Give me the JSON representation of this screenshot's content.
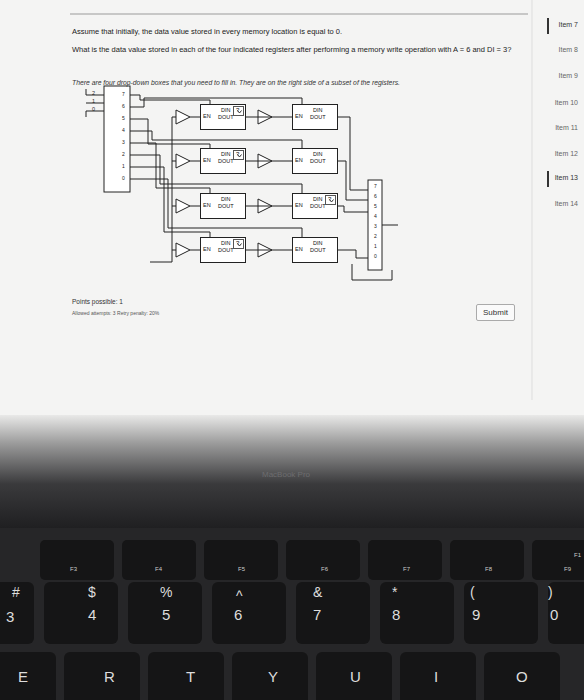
{
  "diagram": {
    "nodes": [
      {
        "text": [
          "EN",
          "DIN",
          "DOUT"
        ]
      },
      {
        "text": [
          "EN",
          "DIN",
          "DOUT"
        ]
      },
      {
        "text": [
          "EN",
          "DIN",
          "DOUT"
        ]
      },
      {
        "text": [
          "EN",
          "DIN",
          "DOUT"
        ]
      },
      {
        "text": [
          "EN",
          "DIN",
          "DOUT"
        ]
      },
      {
        "text": [
          "EN",
          "DIN",
          "DOUT"
        ]
      },
      {
        "text": [
          "EN",
          "DIN",
          "DOUT"
        ]
      },
      {
        "text": [
          "EN",
          "DIN",
          "DOUT"
        ]
      },
      {
        "text": [
          "?"
        ],
        "in": 0
      },
      {
        "text": [
          "?"
        ],
        "in": 2
      },
      {
        "text": [
          "?"
        ],
        "in": 5
      },
      {
        "text": [
          "?"
        ],
        "in": 6
      },
      {
        "text": [
          "Submit"
        ]
      },
      {
        "text": [
          "Item 7"
        ]
      },
      {
        "text": [
          "Item 8"
        ]
      },
      {
        "text": [
          "Item 9"
        ]
      },
      {
        "text": [
          "Item 10"
        ]
      },
      {
        "text": [
          "Item 11"
        ]
      },
      {
        "text": [
          "Item 12"
        ]
      },
      {
        "text": [
          "Item 13"
        ]
      },
      {
        "text": [
          "Item 14"
        ]
      }
    ],
    "edges": [
      {
        "from": 0,
        "to": 1,
        "arrow": "none"
      },
      {
        "from": 2,
        "to": 3,
        "arrow": "none"
      },
      {
        "from": 4,
        "to": 5,
        "arrow": "none"
      },
      {
        "from": 6,
        "to": 7,
        "arrow": "none"
      }
    ],
    "labels": [
      "Assume that initially, the data value stored in every memory location is equal to 0.",
      "What is the data value stored in each of the four indicated registers after performing a memory write operation with A = 6 and DI = 3?",
      "There are four drop-down boxes that you need to fill in. They are on the right side of a subset of the registers.",
      "2",
      "1",
      "0",
      "7",
      "6",
      "5",
      "4",
      "3",
      "2",
      "1",
      "0",
      "7",
      "6",
      "5",
      "4",
      "3",
      "2",
      "1",
      "0",
      "Points possible: 1",
      "Allowed attempts: 3   Retry penalty: 20%",
      "MacBook Pro",
      "F3",
      "F4",
      "F5",
      "F6",
      "F7",
      "F8",
      "F9",
      "F1",
      "#",
      "3",
      "$",
      "4",
      "%",
      "5",
      "^",
      "6",
      "&",
      "7",
      "*",
      "8",
      "(",
      "9",
      ")",
      "0",
      "E",
      "R",
      "T",
      "Y",
      "U",
      "I",
      "O"
    ]
  }
}
